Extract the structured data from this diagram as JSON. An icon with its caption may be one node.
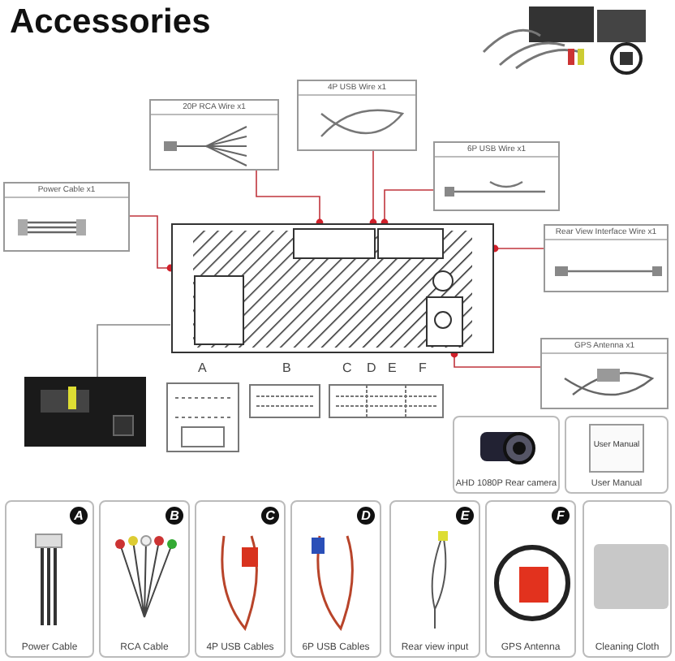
{
  "diagram": {
    "title": "Accessories",
    "nodes": [
      {
        "text": [
          "Power Cable x1"
        ]
      },
      {
        "text": [
          "20P RCA Wire x1"
        ]
      },
      {
        "text": [
          "4P USB Wire x1"
        ]
      },
      {
        "text": [
          "6P USB Wire x1"
        ]
      },
      {
        "text": [
          "Rear View Interface Wire x1"
        ]
      },
      {
        "text": [
          "GPS Antenna x1"
        ]
      },
      {
        "text": [],
        "shape": "picture"
      },
      {
        "text": [],
        "shape": "picture"
      },
      {
        "text": [
          "AHD 1080P Rear camera"
        ]
      },
      {
        "text": [
          "User Manual",
          "User Manual"
        ]
      },
      {
        "text": [
          "A",
          "Power Cable"
        ]
      },
      {
        "text": [
          "B",
          "RCA Cable"
        ]
      },
      {
        "text": [
          "C",
          "4P USB Cables"
        ]
      },
      {
        "text": [
          "D",
          "6P USB Cables"
        ]
      },
      {
        "text": [
          "E",
          "Rear view input"
        ]
      },
      {
        "text": [
          "F",
          "GPS Antenna"
        ]
      },
      {
        "text": [
          "Cleaning Cloth"
        ]
      }
    ],
    "edges": [
      {
        "from": 0,
        "to": 6,
        "arrow": "other"
      },
      {
        "from": 1,
        "to": 6,
        "arrow": "other"
      },
      {
        "from": 2,
        "to": 6,
        "arrow": "other"
      },
      {
        "from": 3,
        "to": 6,
        "arrow": "other"
      },
      {
        "from": 4,
        "to": 6,
        "arrow": "other"
      },
      {
        "from": 5,
        "to": 6,
        "arrow": "other"
      },
      {
        "from": 6,
        "to": 7,
        "arrow": "none"
      }
    ],
    "labels": [
      "A",
      "B",
      "C",
      "D",
      "E",
      "F"
    ]
  }
}
